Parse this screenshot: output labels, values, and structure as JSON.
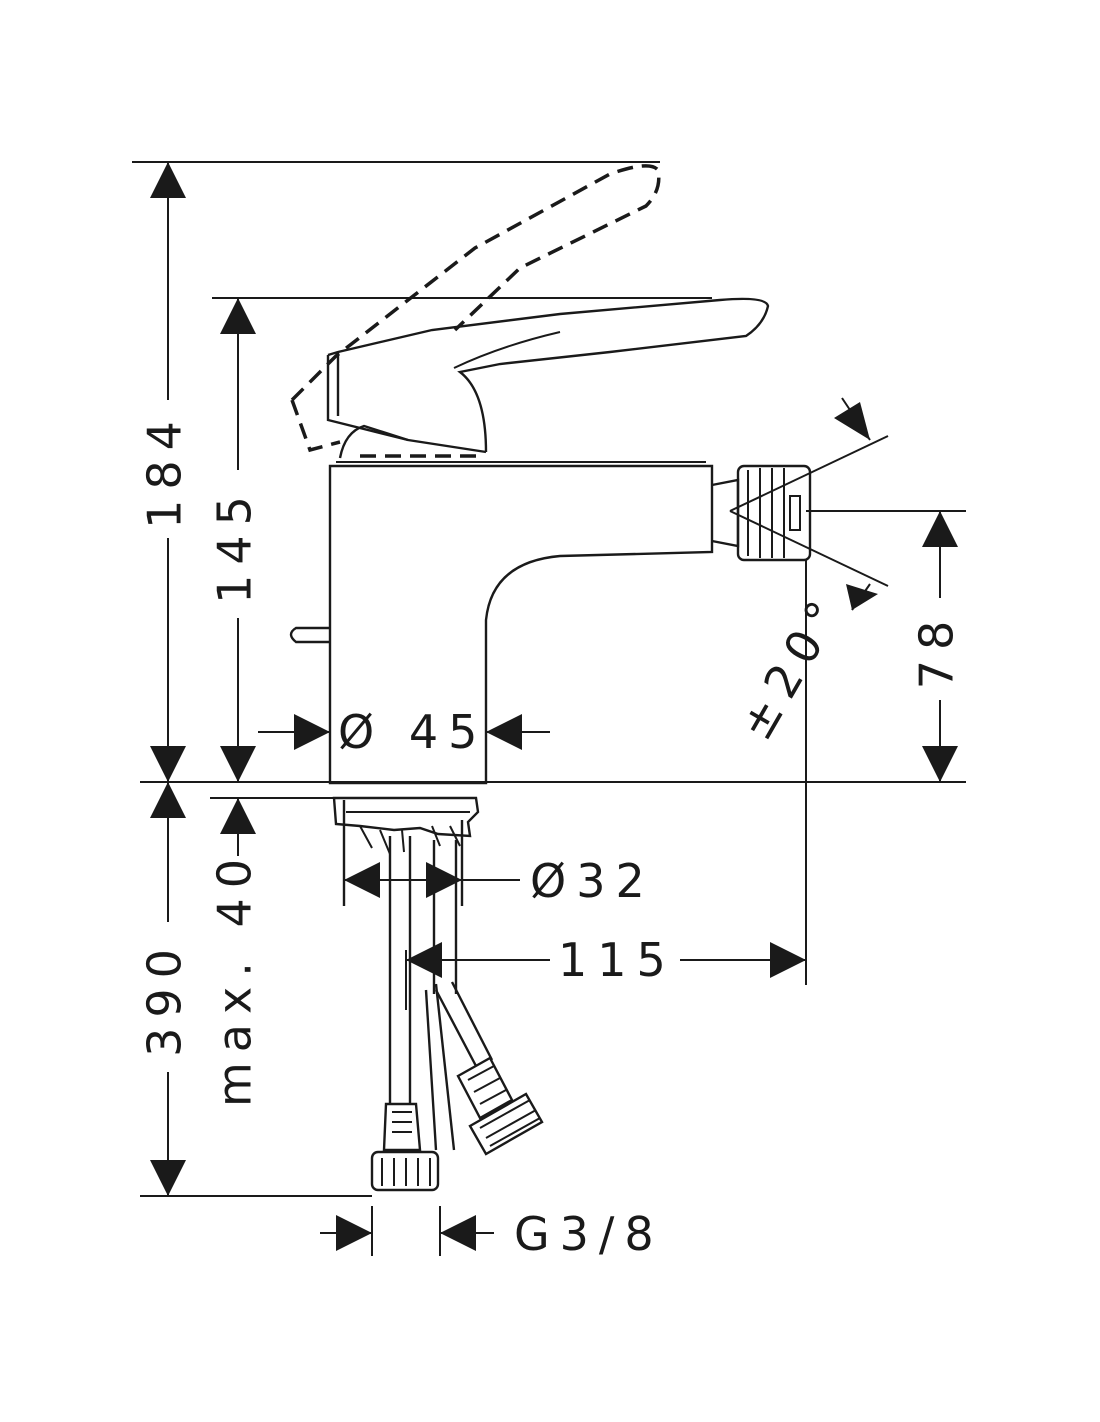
{
  "dimensions": {
    "total_height": "184",
    "lever_height": "145",
    "body_diameter": "Ø 45",
    "tail_diameter": "Ø32",
    "spout_projection": "115",
    "spout_height": "78",
    "swivel_angle": "±20°",
    "hose_length": "390",
    "max_deck_thickness": "max. 40",
    "hose_connection": "G3/8"
  },
  "colors": {
    "line": "#1a1a1a",
    "background": "#ffffff"
  }
}
